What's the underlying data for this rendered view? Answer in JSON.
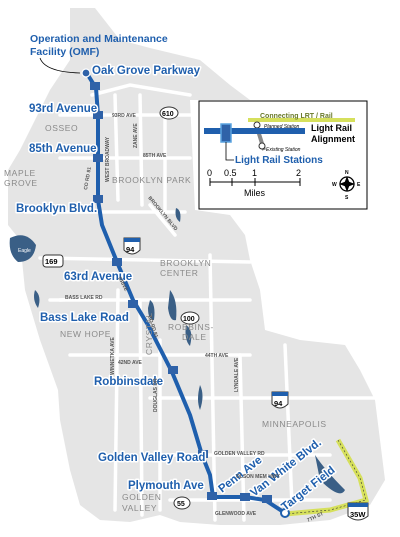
{
  "map": {
    "facility_label": "Operation and Maintenance Facility (OMF)",
    "facility_line1": "Operation and Maintenance",
    "facility_line2": "Facility (OMF)",
    "stations": [
      "Oak Grove Parkway",
      "93rd Avenue",
      "85th Avenue",
      "Brooklyn Blvd.",
      "63rd Avenue",
      "Bass Lake Road",
      "Robbinsdale",
      "Golden Valley Road",
      "Plymouth Ave",
      "Penn Ave",
      "Van White Blvd.",
      "Target Field"
    ],
    "cities": [
      "OSSEO",
      "MAPLE",
      "GROVE",
      "BROOKLYN PARK",
      "BROOKLYN",
      "CENTER",
      "NEW HOPE",
      "CRYSTAL",
      "ROBBINS-",
      "DALE",
      "MINNEAPOLIS",
      "GOLDEN",
      "VALLEY"
    ],
    "roads": [
      "93RD AVE",
      "85TH AVE",
      "WEST BROADWAY",
      "ZANE AVE",
      "CO RD 81",
      "BROOKLYN BLVD",
      "BASS LAKE RD",
      "CO RD 81",
      "WINNETKA AVE",
      "42ND AVE",
      "44TH AVE",
      "DOUGLAS DR",
      "GOLDEN VALLEY RD",
      "LYNDALE AVE",
      "OLSON MEM HWY",
      "GLENWOOD AVE",
      "7TH ST",
      "DRIVE"
    ],
    "shields": {
      "interstates": [
        "94",
        "94",
        "35W"
      ],
      "us_routes": [
        "169"
      ],
      "county": [
        "610",
        "100",
        "55"
      ]
    },
    "lake_label": "Eagle"
  },
  "legend": {
    "connecting_label": "Connecting LRT / Rail",
    "planned_label": "Planned Station",
    "existing_label": "Existing Station",
    "alignment_label1": "Light Rail",
    "alignment_label2": "Alignment",
    "stations_label": "Light Rail Stations",
    "scale_ticks": [
      "0",
      "0.5",
      "1",
      "2"
    ],
    "scale_unit": "Miles",
    "compass": [
      "N",
      "E",
      "S",
      "W"
    ]
  },
  "colors": {
    "line": "#1f5fad",
    "station": "#2f62a8",
    "connecting": "#d6e05c",
    "water": "#3a5f86",
    "land": "#e4e4e4",
    "road": "#ffffff"
  }
}
